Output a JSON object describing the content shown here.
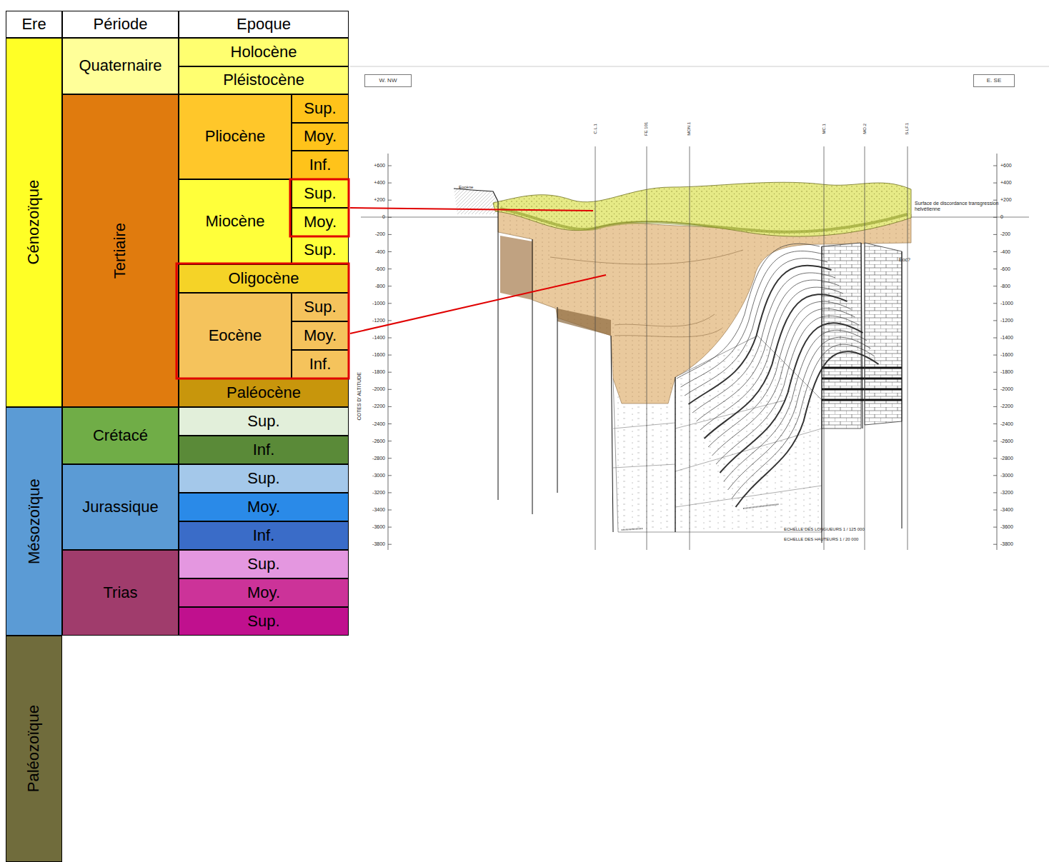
{
  "diagram": {
    "nodes": [
      {
        "text": [
          "Ere"
        ]
      },
      {
        "text": [
          "Période"
        ]
      },
      {
        "text": [
          "Epoque"
        ]
      },
      {
        "text": [
          "Cénozoïque"
        ]
      },
      {
        "text": [
          "Quaternaire"
        ]
      },
      {
        "text": [
          "Holocène"
        ]
      },
      {
        "text": [
          "Pléistocène"
        ]
      },
      {
        "text": [
          "Tertiaire"
        ]
      },
      {
        "text": [
          "Pliocène"
        ]
      },
      {
        "text": [
          "Sup."
        ]
      },
      {
        "text": [
          "Moy."
        ]
      },
      {
        "text": [
          "Inf."
        ]
      },
      {
        "text": [
          "Miocène"
        ]
      },
      {
        "text": [
          "Sup."
        ]
      },
      {
        "text": [
          "Moy."
        ]
      },
      {
        "text": [
          "Sup."
        ]
      },
      {
        "text": [
          "Oligocène"
        ]
      },
      {
        "text": [
          "Eocène"
        ]
      },
      {
        "text": [
          "Sup."
        ]
      },
      {
        "text": [
          "Moy."
        ]
      },
      {
        "text": [
          "Inf."
        ]
      },
      {
        "text": [
          "Paléocène"
        ]
      },
      {
        "text": [
          "Mésozoïque"
        ]
      },
      {
        "text": [
          "Crétacé"
        ]
      },
      {
        "text": [
          "Sup."
        ]
      },
      {
        "text": [
          "Inf."
        ]
      },
      {
        "text": [
          "Jurassique"
        ]
      },
      {
        "text": [
          "Sup."
        ]
      },
      {
        "text": [
          "Moy."
        ]
      },
      {
        "text": [
          "Inf."
        ]
      },
      {
        "text": [
          "Trias"
        ]
      },
      {
        "text": [
          "Sup."
        ]
      },
      {
        "text": [
          "Moy."
        ]
      },
      {
        "text": [
          "Sup."
        ]
      },
      {
        "text": [
          "Paléozoïque"
        ]
      },
      {
        "text": [
          "W. NW"
        ]
      },
      {
        "text": [
          "E. SE"
        ]
      }
    ],
    "labels": [
      "Eocène",
      "Surface de discordance transgression helvétienne",
      "Eoc?",
      "COTES D' ALTITUDE",
      "ECHELLE DES LONGUEURS 1 / 125 000",
      "ECHELLE DES HAUTEURS 1 / 20 000",
      "C.L.1",
      "FE 101",
      "MON.1",
      "MC.1",
      "MO.2",
      "S.LF.1",
      "+600",
      "+400",
      "+200",
      "0",
      "-200",
      "-400",
      "-600",
      "-800",
      "-1000",
      "-1200",
      "-1400",
      "-1600",
      "-1800",
      "-2000",
      "-2200",
      "-2400",
      "-2600",
      "-2800",
      "-3000",
      "-3200",
      "-3400",
      "-3600",
      "-3800",
      "+600",
      "+400",
      "+200",
      "0",
      "-200",
      "-400",
      "-600",
      "-800",
      "-1000",
      "-1200",
      "-1400",
      "-1600",
      "-1800",
      "-2000",
      "-2200",
      "-2400",
      "-2600",
      "-2800",
      "-3000",
      "-3200",
      "-3400",
      "-3600",
      "-3800"
    ]
  }
}
